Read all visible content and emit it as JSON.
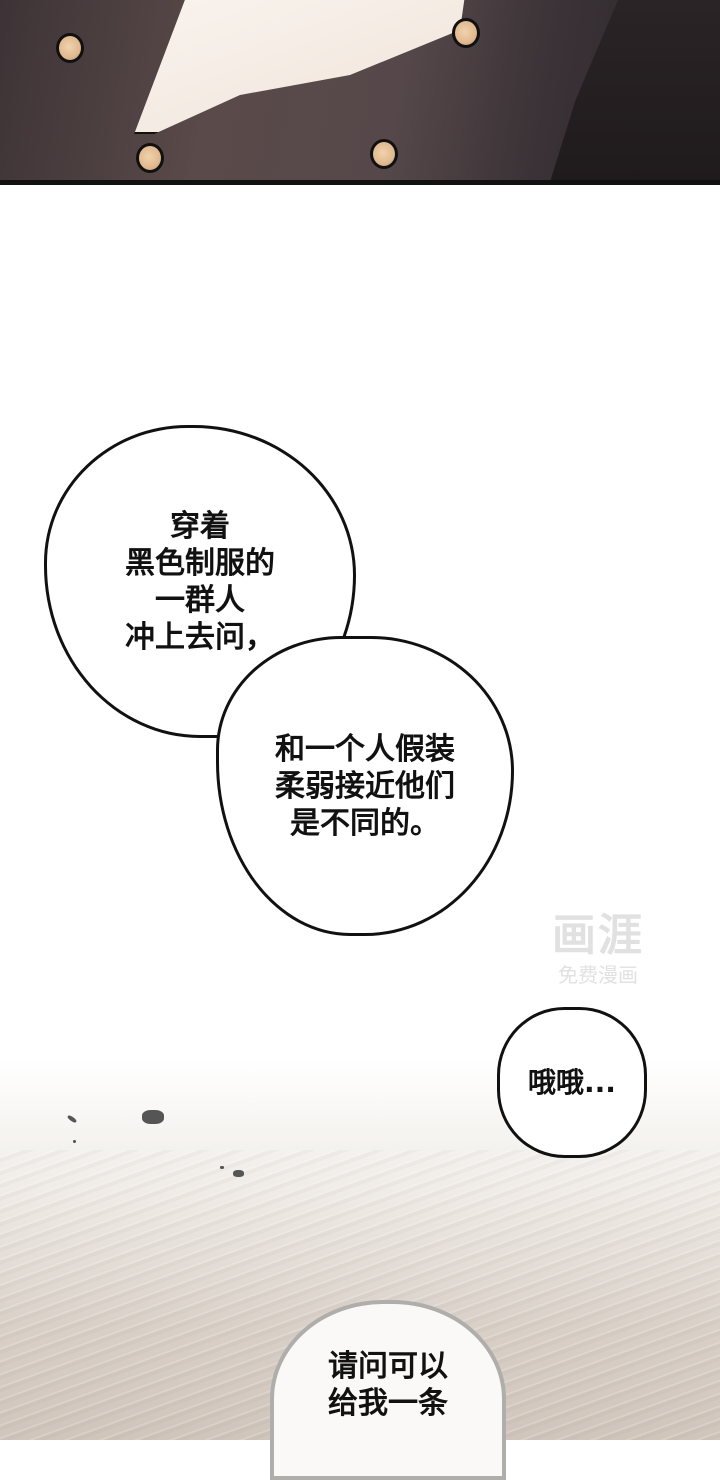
{
  "panels": {
    "top": {
      "description": "dark uniform coat with four buttons and white collar"
    }
  },
  "bubbles": [
    {
      "text": "穿着\n黑色制服的\n一群人\n冲上去问，"
    },
    {
      "text": "和一个人假装\n柔弱接近他们\n是不同的。"
    },
    {
      "text": "哦哦..."
    },
    {
      "text": "请问可以\n给我一条"
    }
  ],
  "watermark": {
    "logo": "画涯",
    "subtitle": "免费漫画"
  },
  "colors": {
    "coat": "#56484a",
    "button": "#e0b98f",
    "outline": "#111111",
    "bottom_bg": "#d9d0c8"
  }
}
